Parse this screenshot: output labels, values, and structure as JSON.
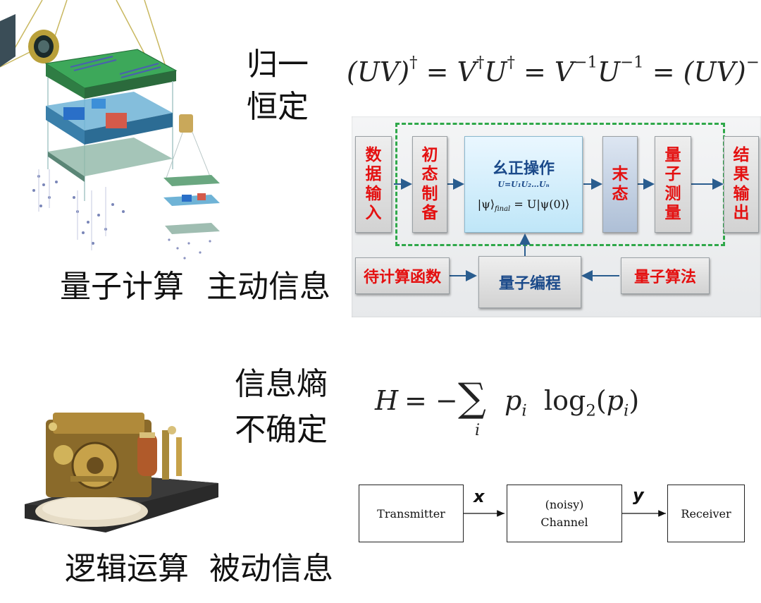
{
  "top_section": {
    "left_label_1": "量子计算",
    "left_label_2": "主动信息",
    "middle_label_1": "归一",
    "middle_label_2": "恒定",
    "formula": {
      "lhs": "(UV)",
      "dagger": "†",
      "V": "V",
      "U": "U",
      "inv": "−1",
      "eq": "="
    },
    "quantum_diagram": {
      "input_data": "数据输入",
      "init_state": "初态制备",
      "unitary_title": "幺正操作",
      "unitary_eq": "U=U₁U₂…Uₙ",
      "unitary_psi_left": "|ψ⟩",
      "unitary_psi_sub": "final",
      "unitary_psi_right": "= U|ψ(0)⟩",
      "final_state": "末态",
      "measure": "量子测量",
      "output": "结果输出",
      "function": "待计算函数",
      "programming": "量子编程",
      "algorithm": "量子算法"
    }
  },
  "bottom_section": {
    "left_label_1": "逻辑运算",
    "left_label_2": "被动信息",
    "middle_label_1": "信息熵",
    "middle_label_2": "不确定",
    "entropy_formula": {
      "H": "H",
      "eq": "= −",
      "sum": "∑",
      "index": "i",
      "p": "p",
      "log": "log",
      "base": "2"
    },
    "channel_diagram": {
      "transmitter": "Transmitter",
      "channel_line1": "(noisy)",
      "channel_line2": "Channel",
      "receiver": "Receiver",
      "x": "x",
      "y": "y"
    }
  },
  "colors": {
    "red_text": "#e41010",
    "blue_text": "#1b4a8a",
    "dashed_green": "#2fa84a",
    "arrow_blue": "#2a5d8f"
  },
  "icons": {
    "quantum_machine": "quantum-computer-illustration",
    "telegraph": "telegraph-machine-illustration"
  }
}
